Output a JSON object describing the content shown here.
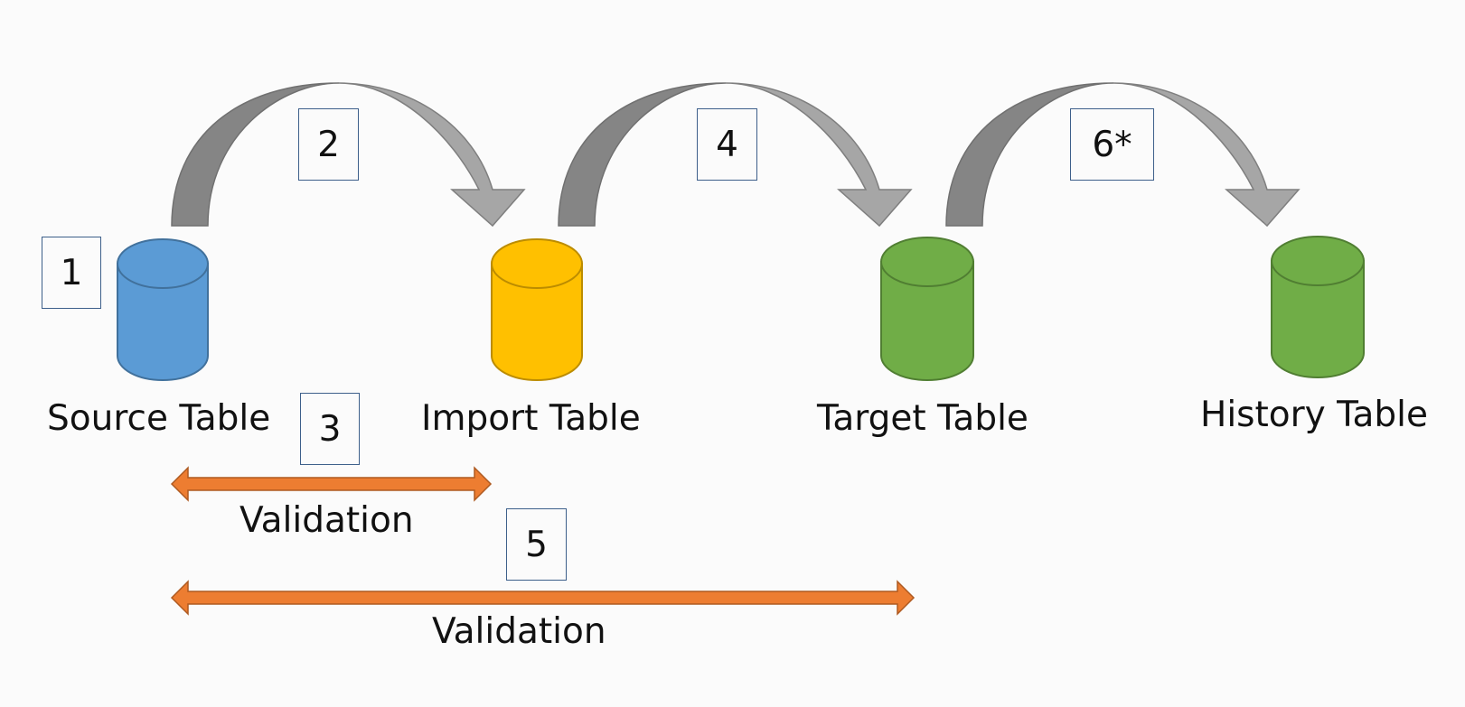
{
  "colors": {
    "background": "#fbfbfb",
    "source_db": "#5b9bd5",
    "import_db": "#ffc000",
    "target_db": "#70ad47",
    "history_db": "#70ad47",
    "curved_arrow_dark": "#858585",
    "curved_arrow_light": "#a6a6a6",
    "validation_arrow": "#ed7d31",
    "step_box_border": "#3d5f8a"
  },
  "tables": [
    {
      "id": "source",
      "label": "Source Table"
    },
    {
      "id": "import",
      "label": "Import Table"
    },
    {
      "id": "target",
      "label": "Target Table"
    },
    {
      "id": "history",
      "label": "History Table"
    }
  ],
  "steps": [
    "1",
    "2",
    "3",
    "4",
    "5",
    "6*"
  ],
  "validations": [
    {
      "label": "Validation"
    },
    {
      "label": "Validation"
    }
  ]
}
